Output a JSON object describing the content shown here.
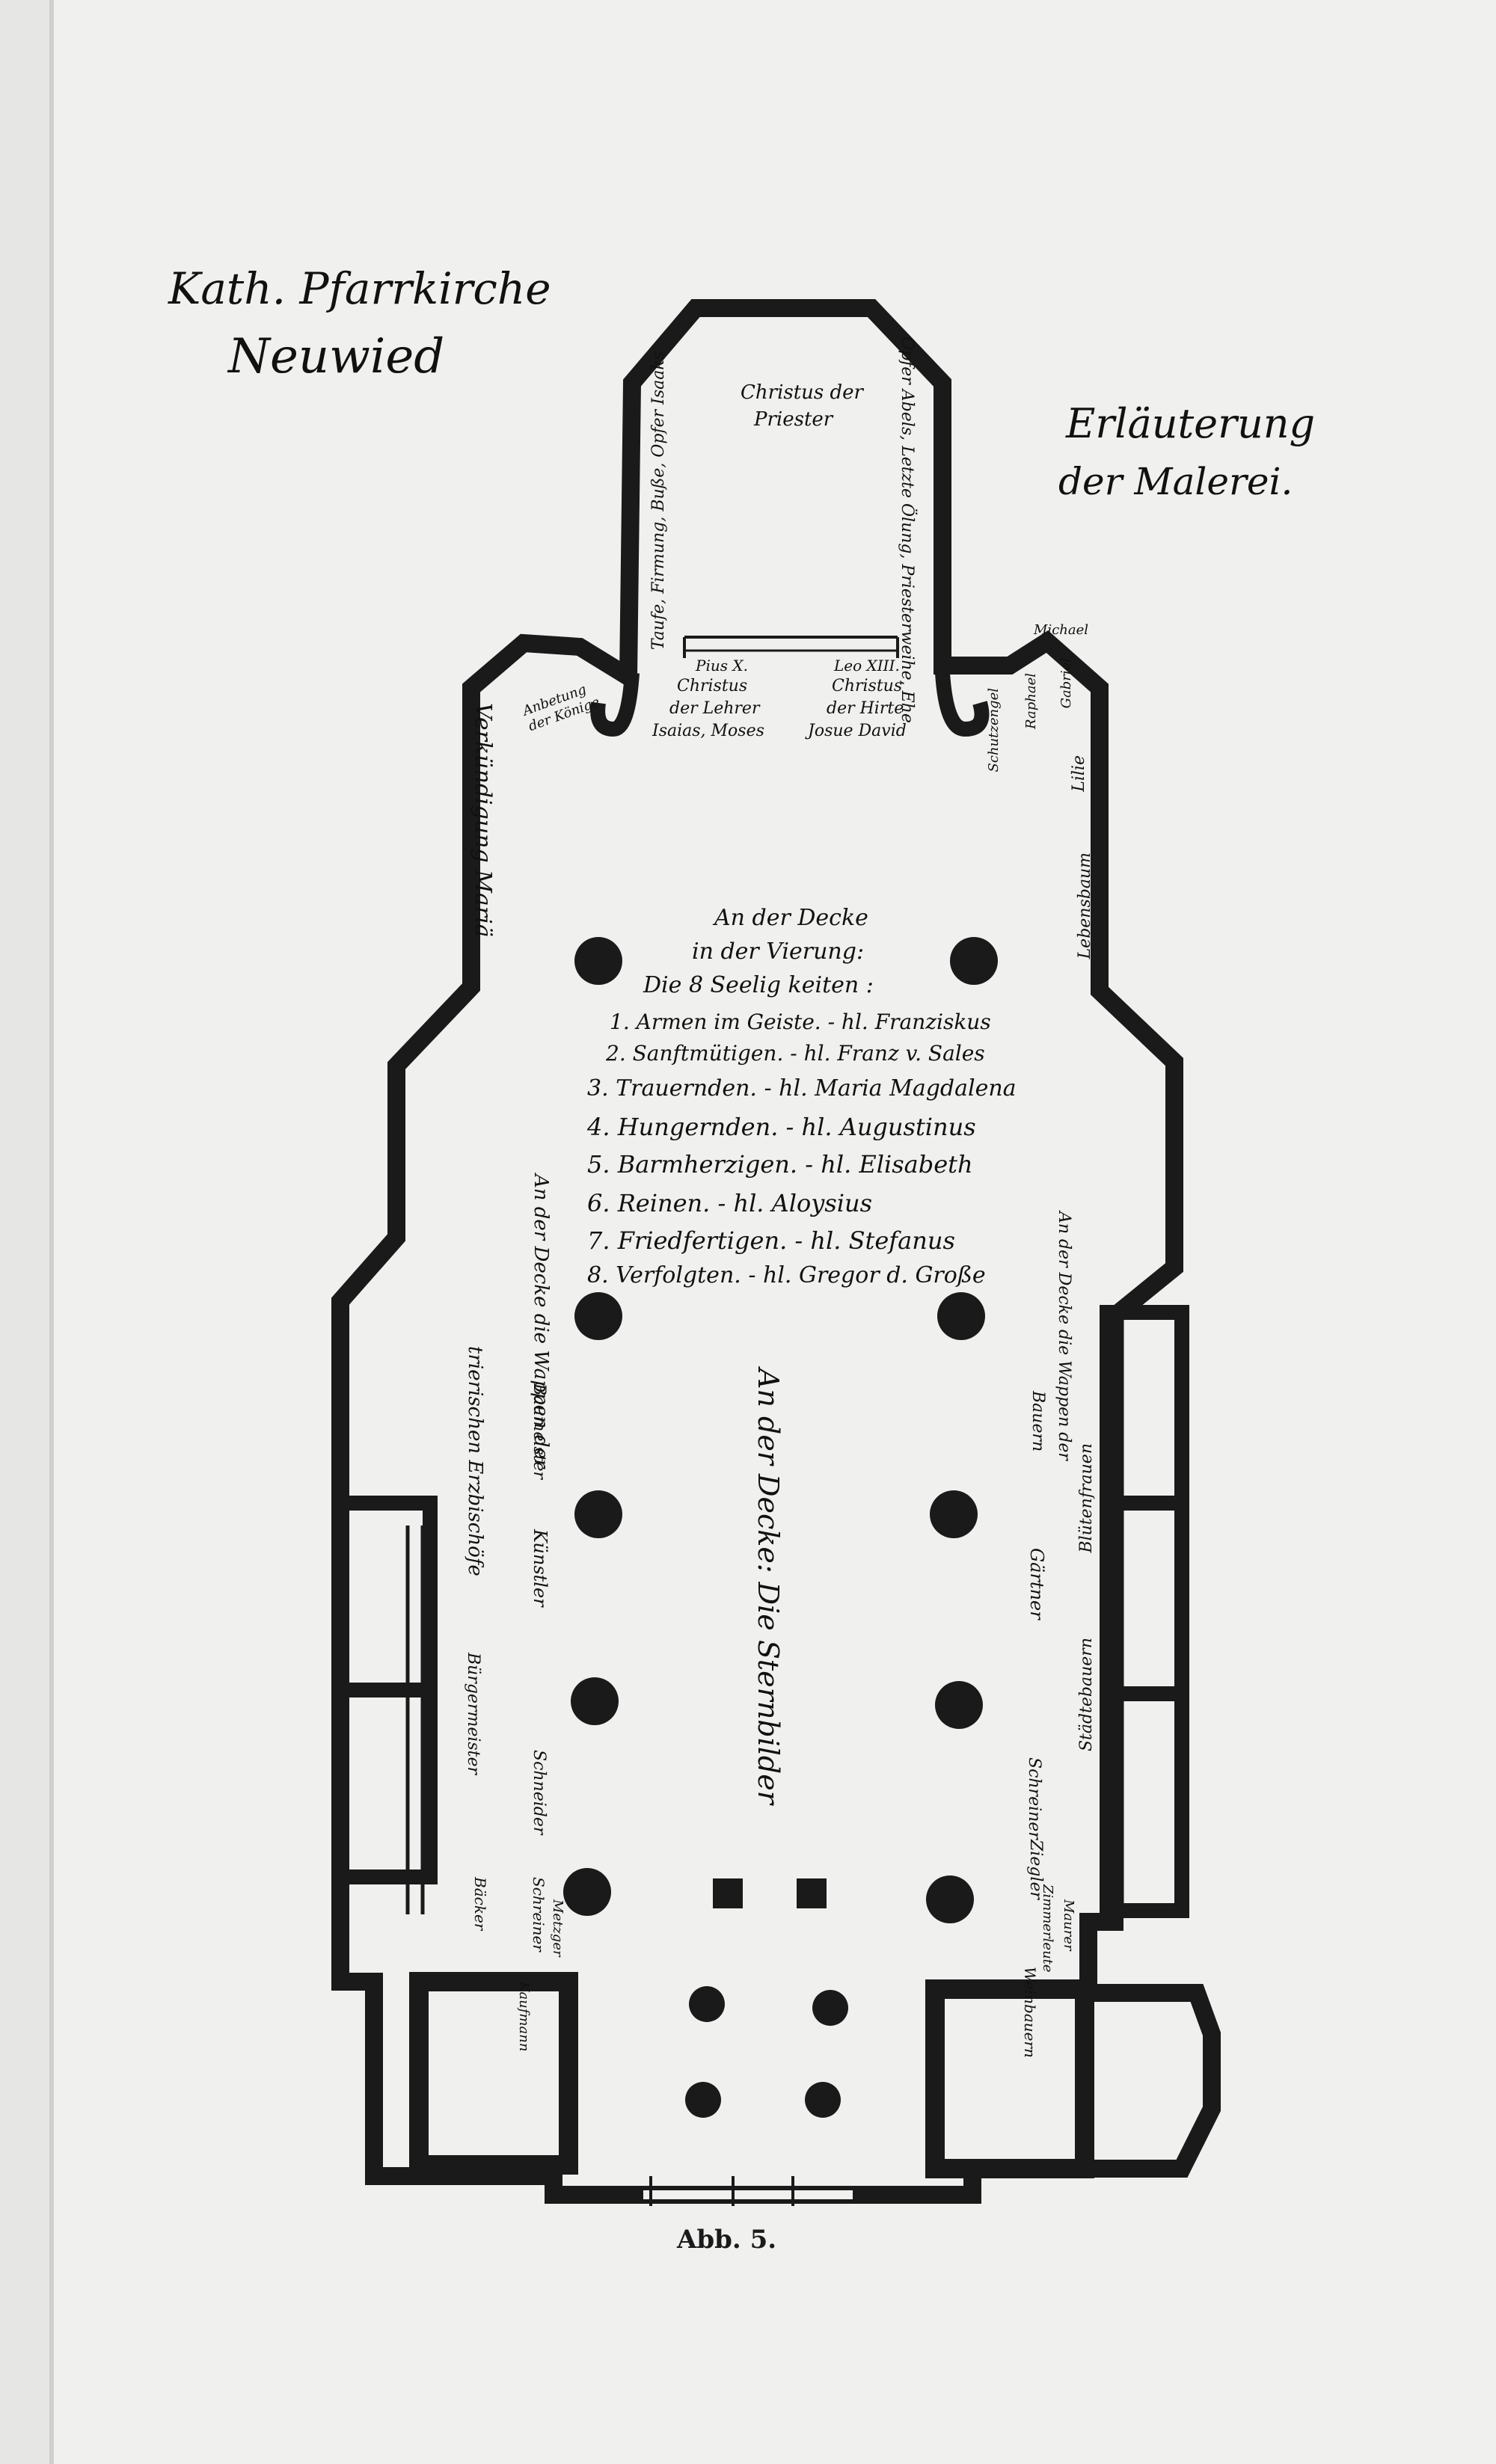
{
  "title": {
    "line1": "Kath. Pfarrkirche",
    "line2": "Neuwied"
  },
  "subtitle": {
    "line1": "Erläuterung",
    "line2": "der Malerei."
  },
  "caption": "Abb. 5.",
  "apse": {
    "center_line1": "Christus der",
    "center_line2": "Priester",
    "left_side": "Taufe, Firmung, Buße, Opfer Isaaks",
    "right_side": "Opfer Abels, Letzte Ölung, Priesterweihe, Ehe"
  },
  "crossing_top": {
    "left_name": "Pius X.",
    "left_line1": "Christus",
    "left_line2": "der Lehrer",
    "left_line3": "Isaias, Moses",
    "right_name": "Leo XIII.",
    "right_line1": "Christus",
    "right_line2": "der Hirte",
    "right_line3": "Josue   David",
    "left_corner": "Anbetung der Könige",
    "right_corner_name": "Michael",
    "right_corner_a": "Raphael",
    "right_corner_b": "Gabriel",
    "right_corner_c": "Schutzengel"
  },
  "left_transept": "Verkündigung Mariä",
  "right_transept_a": "Lilie",
  "right_transept_b": "Lebensbaum",
  "vierung": {
    "heading1": "An der Decke",
    "heading2": "in der Vierung:",
    "heading3": "Die 8 Seelig keiten :",
    "items": [
      "1. Armen im Geiste. - hl. Franziskus",
      "2. Sanftmütigen. - hl. Franz v. Sales",
      "3. Trauernden. - hl. Maria Magdalena",
      "4. Hungernden. - hl. Augustinus",
      "5. Barmherzigen. - hl. Elisabeth",
      "6. Reinen. - hl. Aloysius",
      "7. Friedfertigen. - hl. Stefanus",
      "8. Verfolgten. - hl. Gregor d. Große"
    ]
  },
  "nave_center": "An der Decke: Die Sternbilder",
  "nave_left": {
    "heading": "An der Decke die Wappen der",
    "heading2": "trierischen Erzbischöfe",
    "col1": "Baumeister",
    "col2": "Künstler",
    "col3": "Bürgermeister",
    "col4a": "Schneider",
    "col4b": "Schreiner",
    "col4c": "Metzger",
    "col4d": "Bäcker",
    "col4e": "Kaufmann"
  },
  "nave_right": {
    "heading": "An der Decke die Wappen der",
    "heading2": "Bauern",
    "col1": "Blütenfrauen",
    "col2": "Gärtner",
    "col3": "Städtebauern",
    "col4a": "Schreiner",
    "col4b": "Ziegler",
    "col4c": "Maurer",
    "col4d": "Zimmerleute",
    "col4e": "Weinbauern"
  }
}
